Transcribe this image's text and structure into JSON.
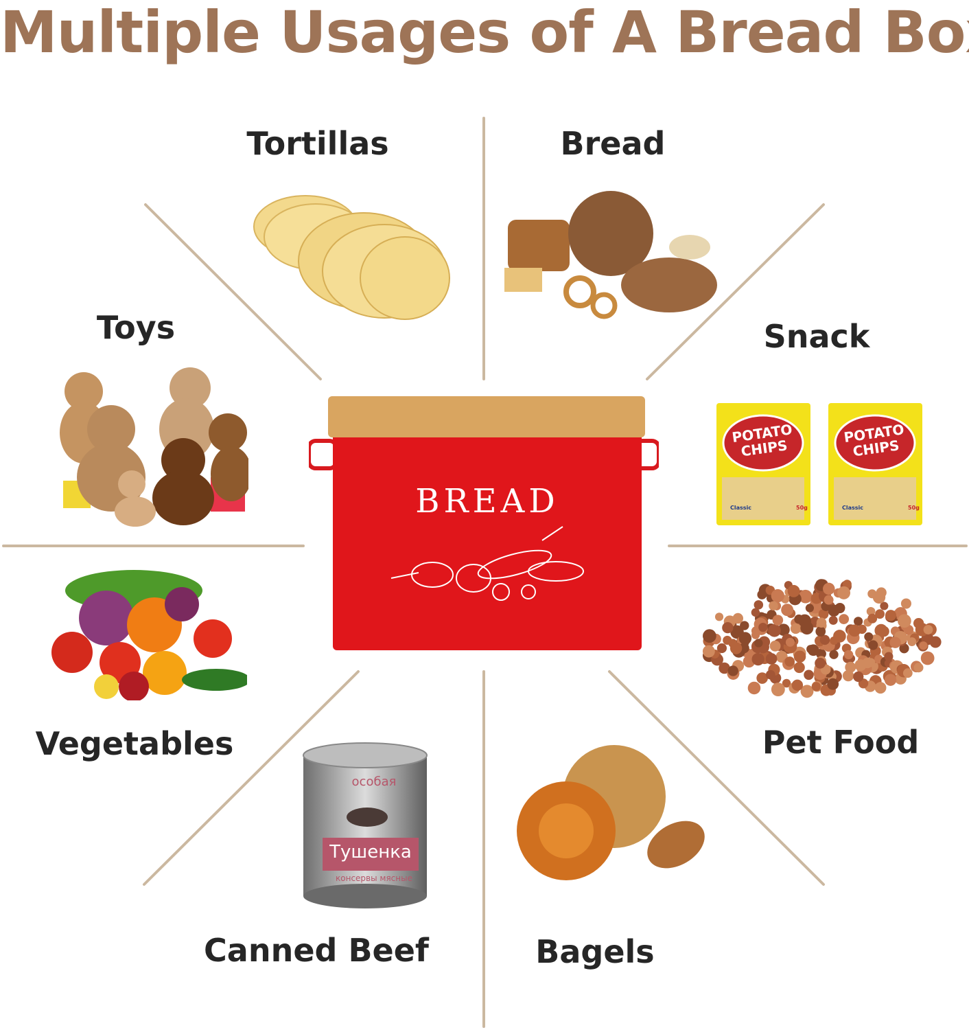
{
  "title": "Multiple Usages of A Bread Box",
  "labels": {
    "tortillas": "Tortillas",
    "bread": "Bread",
    "toys": "Toys",
    "snack": "Snack",
    "vegetables": "Vegetables",
    "pet_food": "Pet Food",
    "canned_beef": "Canned Beef",
    "bagels": "Bagels"
  },
  "bread_box": {
    "text": "BREAD"
  },
  "chips": {
    "brand_line1": "POTATO",
    "brand_line2": "CHIPS",
    "flavor": "Classic",
    "weight": "50g"
  },
  "can": {
    "top": "особая",
    "name": "Тушенка",
    "bottom": "консервы мясные"
  },
  "colors": {
    "title": "#9e7457",
    "divider": "#cbb8a0",
    "box_red": "#e0161b",
    "lid": "#d9a560"
  }
}
